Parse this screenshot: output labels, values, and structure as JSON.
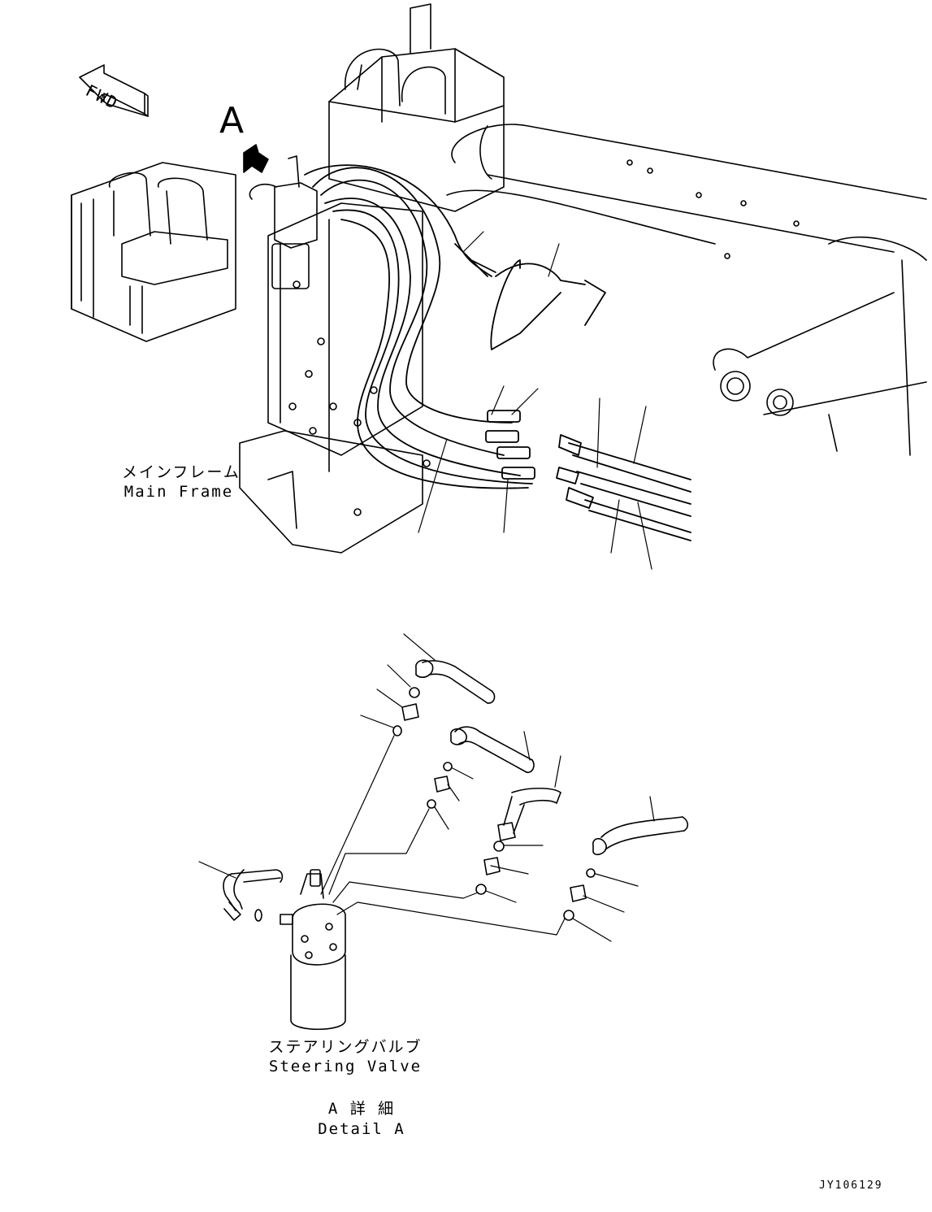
{
  "labels": {
    "fwd": "FWD",
    "view_marker": "A",
    "main_frame_jp": "メインフレーム",
    "main_frame_en": "Main Frame",
    "steering_valve_jp": "ステアリングバルブ",
    "steering_valve_en": "Steering Valve",
    "detail_jp": "A 詳 細",
    "detail_en": "Detail A",
    "drawing_code": "JY106129"
  },
  "colors": {
    "line": "#000000",
    "background": "#ffffff"
  },
  "icons": {
    "direction": "fwd-arrow-icon",
    "view_arrow": "view-arrow-icon"
  }
}
